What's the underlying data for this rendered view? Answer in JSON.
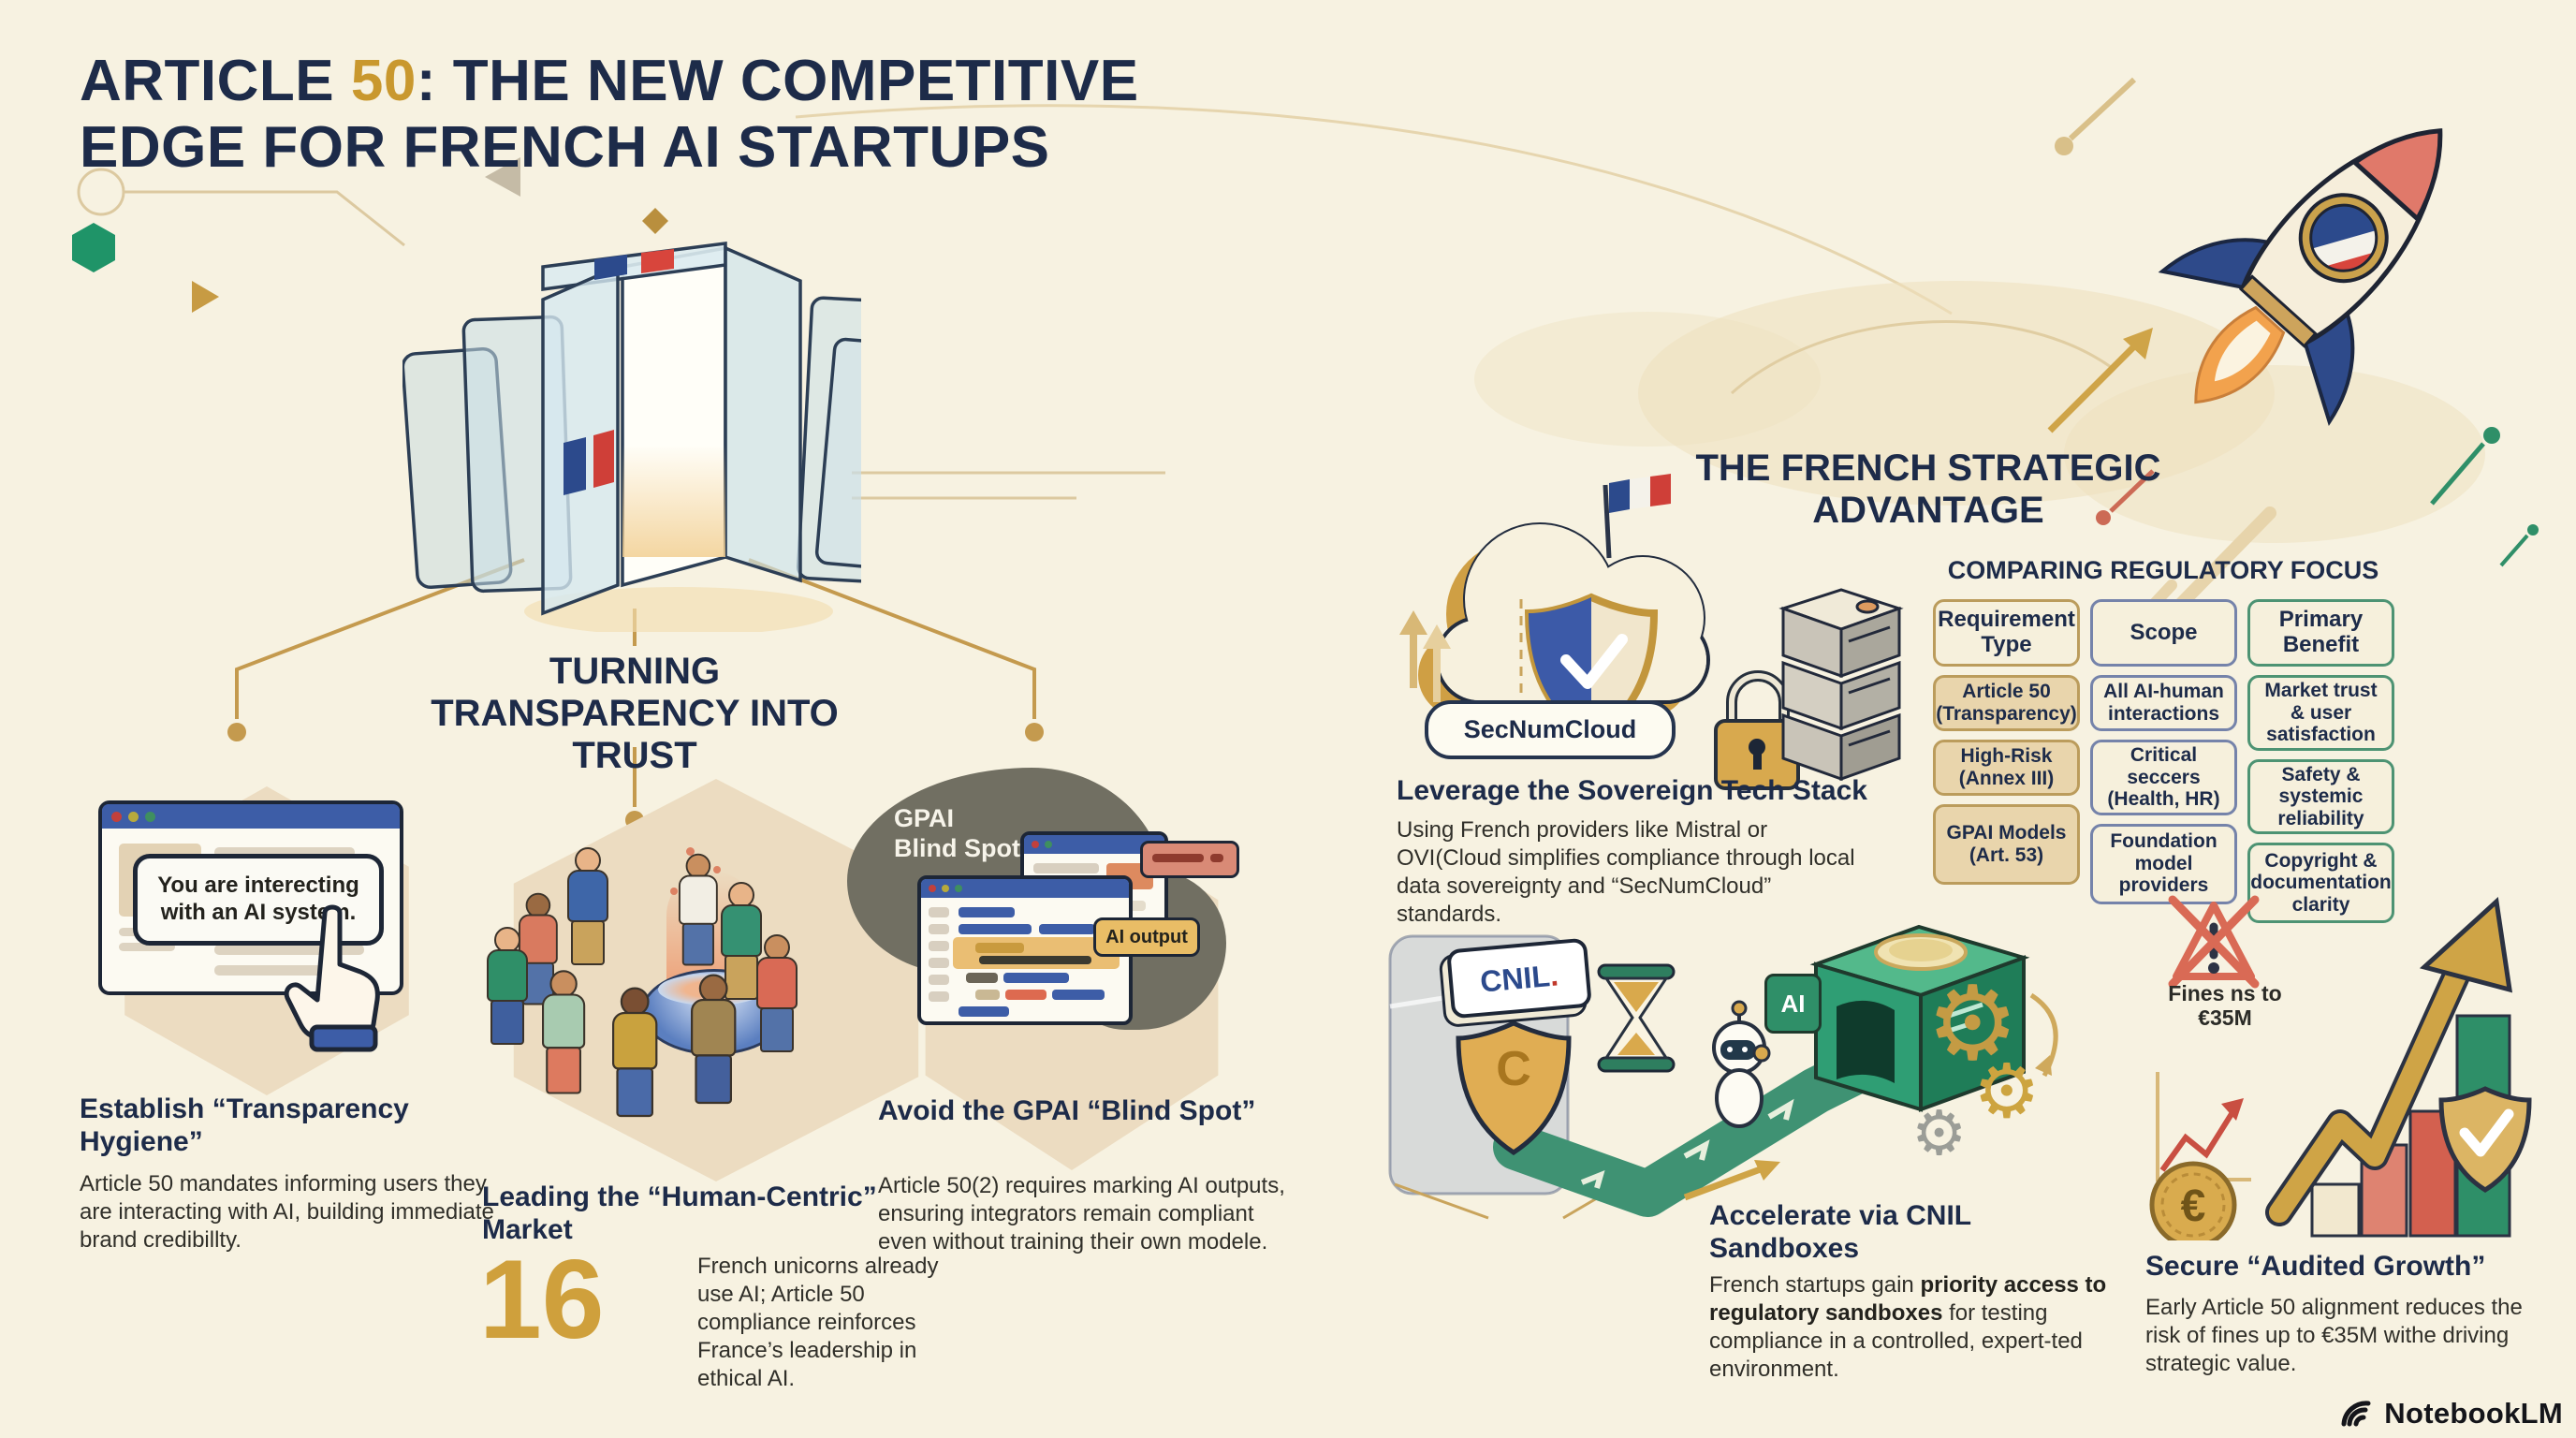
{
  "colors": {
    "gold": "#c9982e",
    "navy": "#1d2b49",
    "green": "#2f8f68",
    "coral": "#d96a55",
    "blue": "#3d5da7",
    "cream": "#f7f2e1"
  },
  "title": {
    "part1": "ARTICLE ",
    "accent": "50",
    "part2": ": THE NEW COMPETITIVE",
    "line2": "EDGE FOR FRENCH AI STARTUPS"
  },
  "transparency": {
    "heading": "TURNING TRANSPARENCY INTO TRUST",
    "browser_popup": "You are interecting with an AI system.",
    "gpai_label": "GPAI\nBlind Spot",
    "ai_output_label": "AI output",
    "cards": [
      {
        "heading": "Establish “Transparency Hygiene”",
        "body": "Article 50 mandates informing users they are interacting with AI, building immediate brand credibillty."
      },
      {
        "heading": "Leading the “Human-Centric” Market",
        "stat": "16",
        "body": "French unicorns already use AI; Article 50 compliance reinforces France’s leadership in ethical AI."
      },
      {
        "heading": "Avoid the GPAI “Blind Spot”",
        "body": "Article 50(2) requires marking AI outputs, ensuring integrators remain compliant even without training their own modele."
      }
    ]
  },
  "advantage": {
    "heading": "THE FRENCH STRATEGIC ADVANTAGE",
    "table": {
      "title": "COMPARING REGULATORY FOCUS",
      "columns": [
        {
          "header": "Requirement Type",
          "cells": [
            "Article 50 (Transparency)",
            "High-Risk (Annex III)",
            "GPAI Models (Art. 53)"
          ]
        },
        {
          "header": "Scope",
          "cells": [
            "All AI-human interactions",
            "Critical seccers (Health, HR)",
            "Foundation model providers"
          ]
        },
        {
          "header": "Primary Benefit",
          "cells": [
            "Market trust & user satisfaction",
            "Safety & systemic reliability",
            "Copyright & documentation clarity"
          ]
        }
      ]
    },
    "sovereign": {
      "heading": "Leverage the Sovereign Tech Stack",
      "body": "Using French providers like Mistral or OVI(Cloud simplifies compliance through local data sovereignty and “SecNumCloud” standards.",
      "badge": "SecNumCloud"
    },
    "sandbox": {
      "heading": "Accelerate via CNIL Sandboxes",
      "body_pre": "French startups gain ",
      "body_bold": "priority access to regulatory sandboxes",
      "body_post": " for testing compliance in a controlled, expert-ted environment.",
      "cnil_label": "CNIL",
      "cnil_dot": ".",
      "ai_tag": "AI",
      "shield_letter": "C"
    },
    "growth": {
      "heading": "Secure “Audited Growth”",
      "body": "Early Article 50 alignment reduces the risk of fines up to €35M withe driving strategic value.",
      "fines_label": "Fines ns to €35M",
      "euro": "€"
    }
  },
  "brand": {
    "name": "NotebookLM"
  }
}
